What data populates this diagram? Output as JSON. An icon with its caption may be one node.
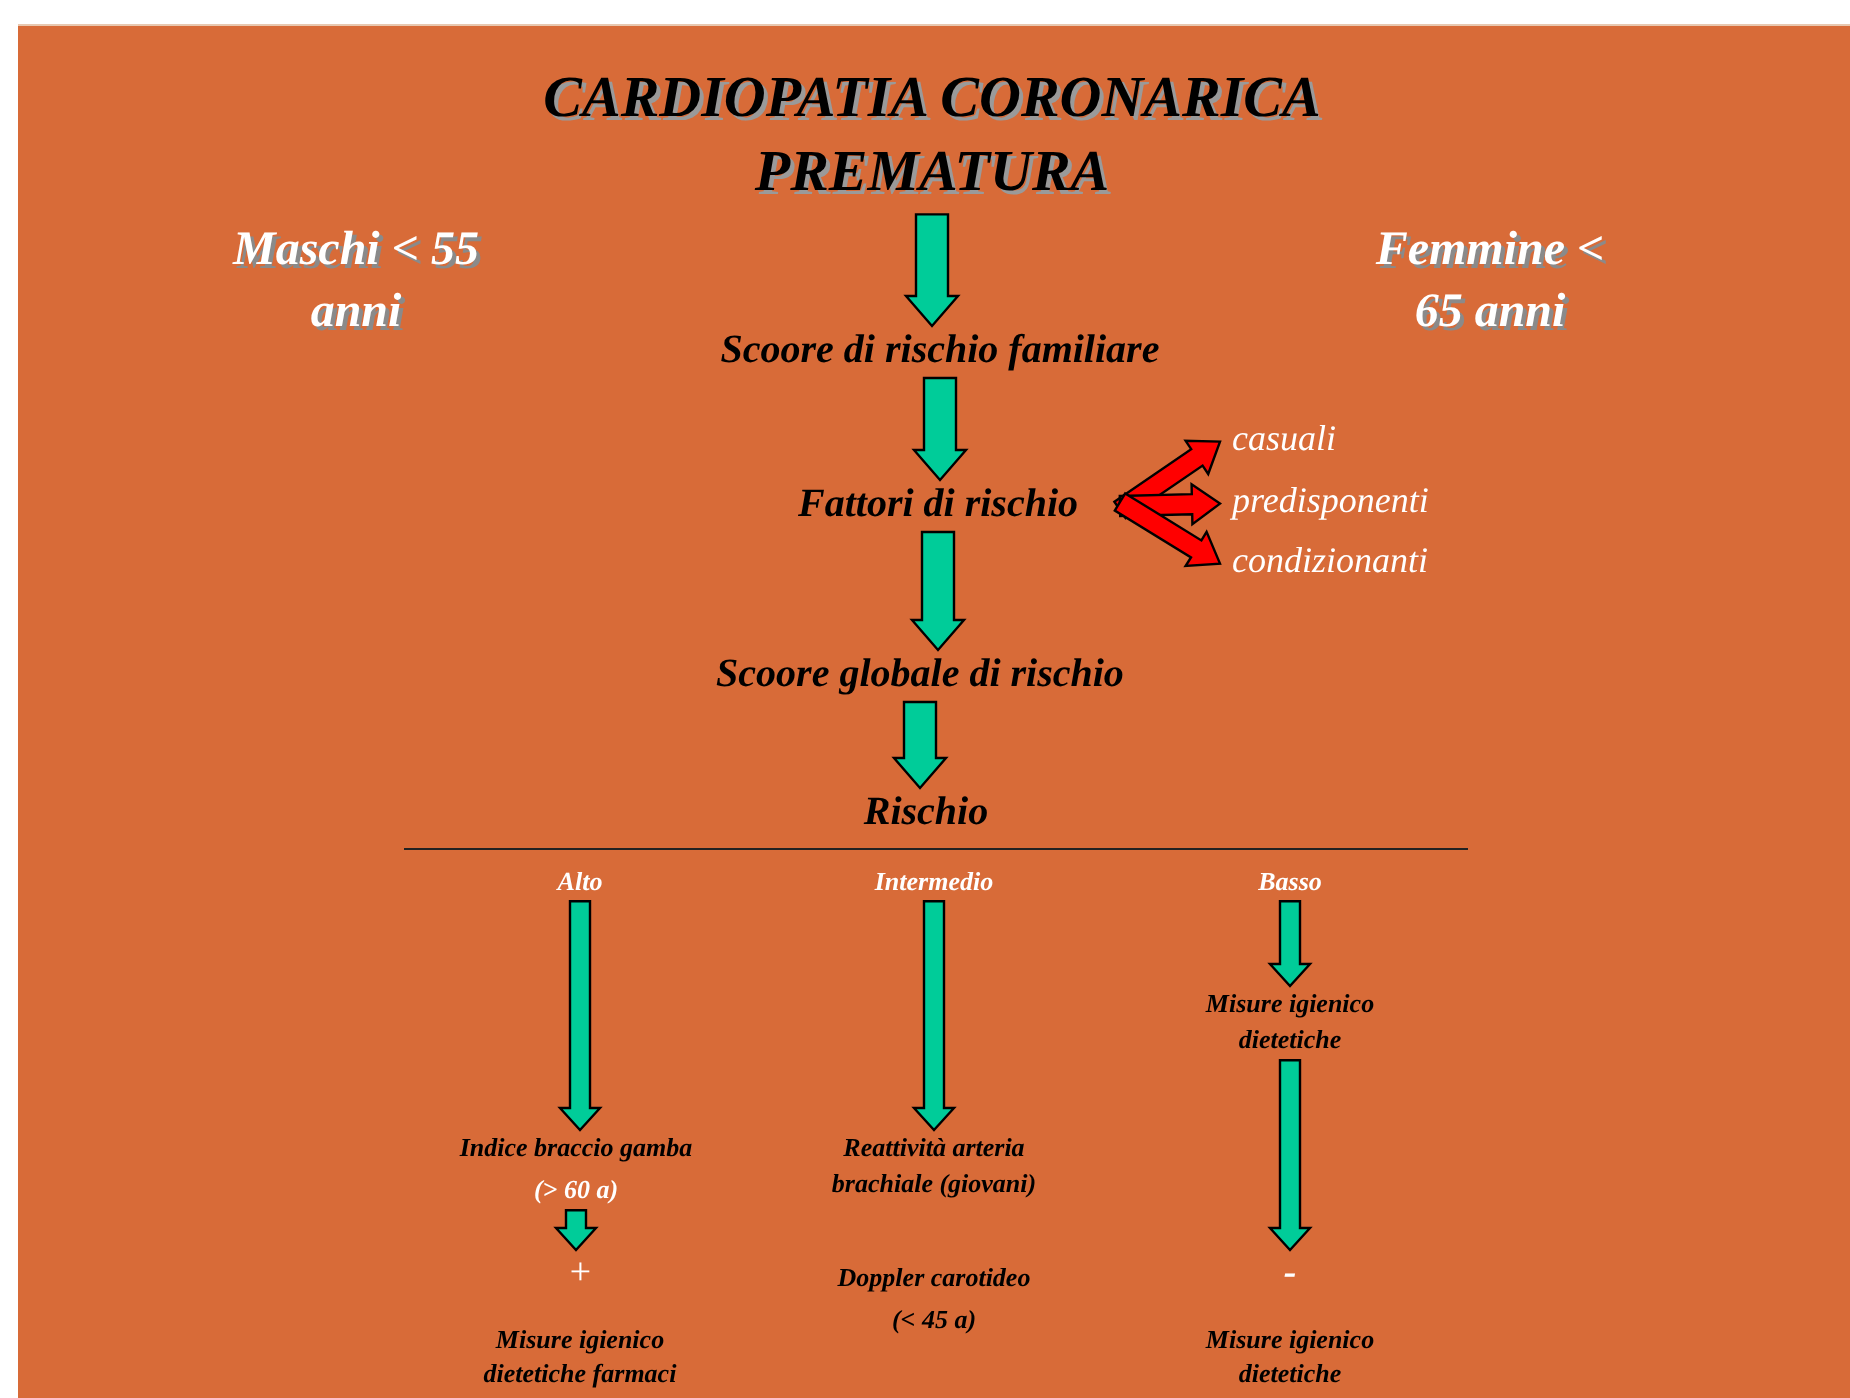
{
  "diagram": {
    "nodes": [
      {
        "text": [
          "CARDIOPATIA CORONARICA PREMATURA"
        ]
      },
      {
        "text": [
          "Scoore di rischio familiare"
        ]
      },
      {
        "text": [
          "Fattori di rischio"
        ]
      },
      {
        "text": [
          "casuali"
        ]
      },
      {
        "text": [
          "predisponenti"
        ]
      },
      {
        "text": [
          "condizionanti"
        ]
      },
      {
        "text": [
          "Scoore globale di rischio"
        ]
      },
      {
        "text": [
          "Rischio"
        ]
      },
      {
        "text": [
          "Alto"
        ]
      },
      {
        "text": [
          "Intermedio"
        ]
      },
      {
        "text": [
          "Basso"
        ]
      },
      {
        "text": [
          "Misure igienico dietetiche"
        ]
      },
      {
        "text": [
          "Indice braccio gamba",
          "(> 60 a)"
        ]
      },
      {
        "text": [
          "Reattività arteria brachiale (giovani)"
        ]
      },
      {
        "text": [
          "+"
        ]
      },
      {
        "text": [
          "Doppler carotideo",
          "(< 45 a)"
        ]
      },
      {
        "text": [
          "-"
        ]
      },
      {
        "text": [
          "Misure igienico dietetiche farmaci"
        ]
      },
      {
        "text": [
          "Misure igienico dietetiche"
        ]
      }
    ],
    "edges": [
      {
        "from": 0,
        "to": 1,
        "arrow": "to"
      },
      {
        "from": 1,
        "to": 2,
        "arrow": "to"
      },
      {
        "from": 2,
        "to": 3,
        "arrow": "to",
        "color": "#ff0000"
      },
      {
        "from": 2,
        "to": 4,
        "arrow": "to",
        "color": "#ff0000"
      },
      {
        "from": 2,
        "to": 5,
        "arrow": "to",
        "color": "#ff0000"
      },
      {
        "from": 2,
        "to": 6,
        "arrow": "to"
      },
      {
        "from": 6,
        "to": 7,
        "arrow": "to"
      },
      {
        "from": 8,
        "to": 12,
        "arrow": "to"
      },
      {
        "from": 9,
        "to": 13,
        "arrow": "to"
      },
      {
        "from": 10,
        "to": 11,
        "arrow": "to"
      },
      {
        "from": 12,
        "to": 14,
        "arrow": "to"
      },
      {
        "from": 11,
        "to": 16,
        "arrow": "to"
      }
    ],
    "labels": [
      "Maschi < 55 anni",
      "Femmine < 65 anni"
    ]
  }
}
